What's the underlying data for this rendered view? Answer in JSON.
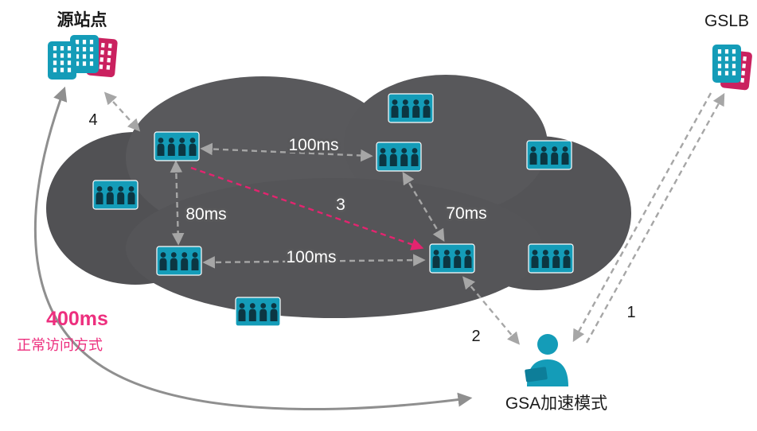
{
  "nodes": {
    "source_site_label": "源站点",
    "gslb_label": "GSLB",
    "gsa_label": "GSA加速模式"
  },
  "latency_labels": {
    "top_link": "100ms",
    "left_link": "80ms",
    "right_link": "70ms",
    "bottom_link": "100ms",
    "direct_path": "400ms"
  },
  "path_labels": {
    "normal_access": "正常访问方式"
  },
  "step_markers": {
    "step_1": "1",
    "step_2": "2",
    "step_3": "3",
    "step_4": "4"
  },
  "colors": {
    "teal": "#149cb8",
    "teal_dark": "#0d7e99",
    "magenta": "#ca215f",
    "pink_arrow": "#e3246f",
    "pink_text": "#ed2f7e",
    "cloud_gray": "#58585a",
    "dashed_arrow_gray": "#a6a6a6",
    "curve_gray": "#8f8f8f",
    "label_white": "#ffffff",
    "text_black": "#1a1a1a"
  }
}
